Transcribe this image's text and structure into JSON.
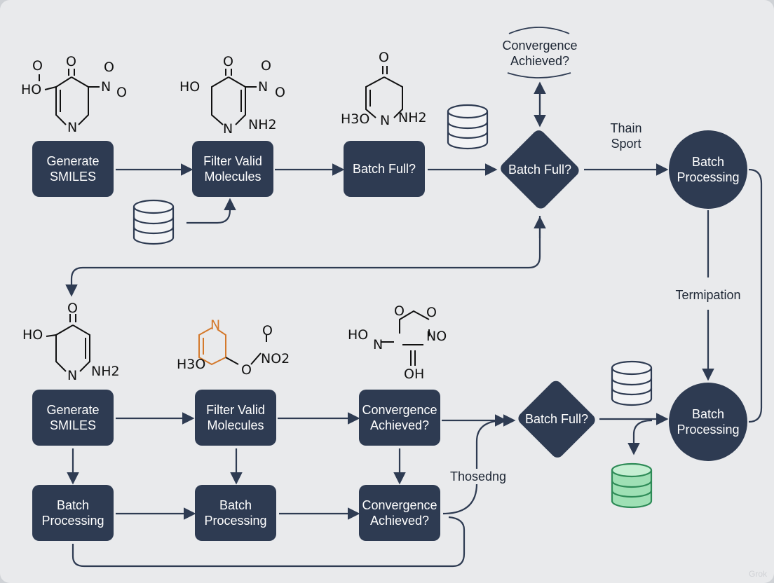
{
  "diagram": {
    "nodes": {
      "gen1": "Generate SMILES",
      "filter1": "Filter Valid Molecules",
      "batch1": "Batch Full?",
      "diamond1": "Batch Full?",
      "proc1": "Batch Processing",
      "gen2": "Generate SMILES",
      "filter2": "Filter Valid Molecules",
      "conv1": "Convergence Achieved?",
      "diamond2": "Batch Full?",
      "proc2": "Batch Processing",
      "proc3": "Batch Processing",
      "proc4": "Batch Processing",
      "conv2": "Convergence Achieved?"
    },
    "labels": {
      "convergence_top": "Convergence Achieved?",
      "thain": "Thain Sport",
      "termination": "Termipation",
      "thoseding": "Thosedng"
    },
    "watermark": "Grok",
    "molecules": {
      "m1": {
        "o_top": "O",
        "o_left": "O",
        "ho": "HO",
        "no": "N",
        "no_o1": "O",
        "no_o2": "O",
        "n": "N"
      },
      "m2": {
        "o_top": "O",
        "ho": "HO",
        "no": "N",
        "no_o1": "O",
        "no_o2": "O",
        "n": "N",
        "nh2": "NH2"
      },
      "m3": {
        "o_top": "O",
        "h3o": "H3O",
        "n": "N",
        "nh2": "NH2"
      },
      "m4": {
        "o_top": "O",
        "ho": "HO",
        "n": "N",
        "nh2": "NH2"
      },
      "m5": {
        "n": "N",
        "h3o": "H3O",
        "o": "O",
        "no2": "NO2",
        "o_top": "O"
      },
      "m6": {
        "ho": "HO",
        "n": "N",
        "o1": "O",
        "o2": "O",
        "no": "NO",
        "oh": "OH"
      }
    },
    "colors": {
      "node": "#2e3b52",
      "edge": "#2e3b52",
      "accent_orange": "#d4792c",
      "db_green": "#9fe0b5",
      "db_green_stroke": "#2e8b57",
      "background": "#e9eaec"
    }
  }
}
